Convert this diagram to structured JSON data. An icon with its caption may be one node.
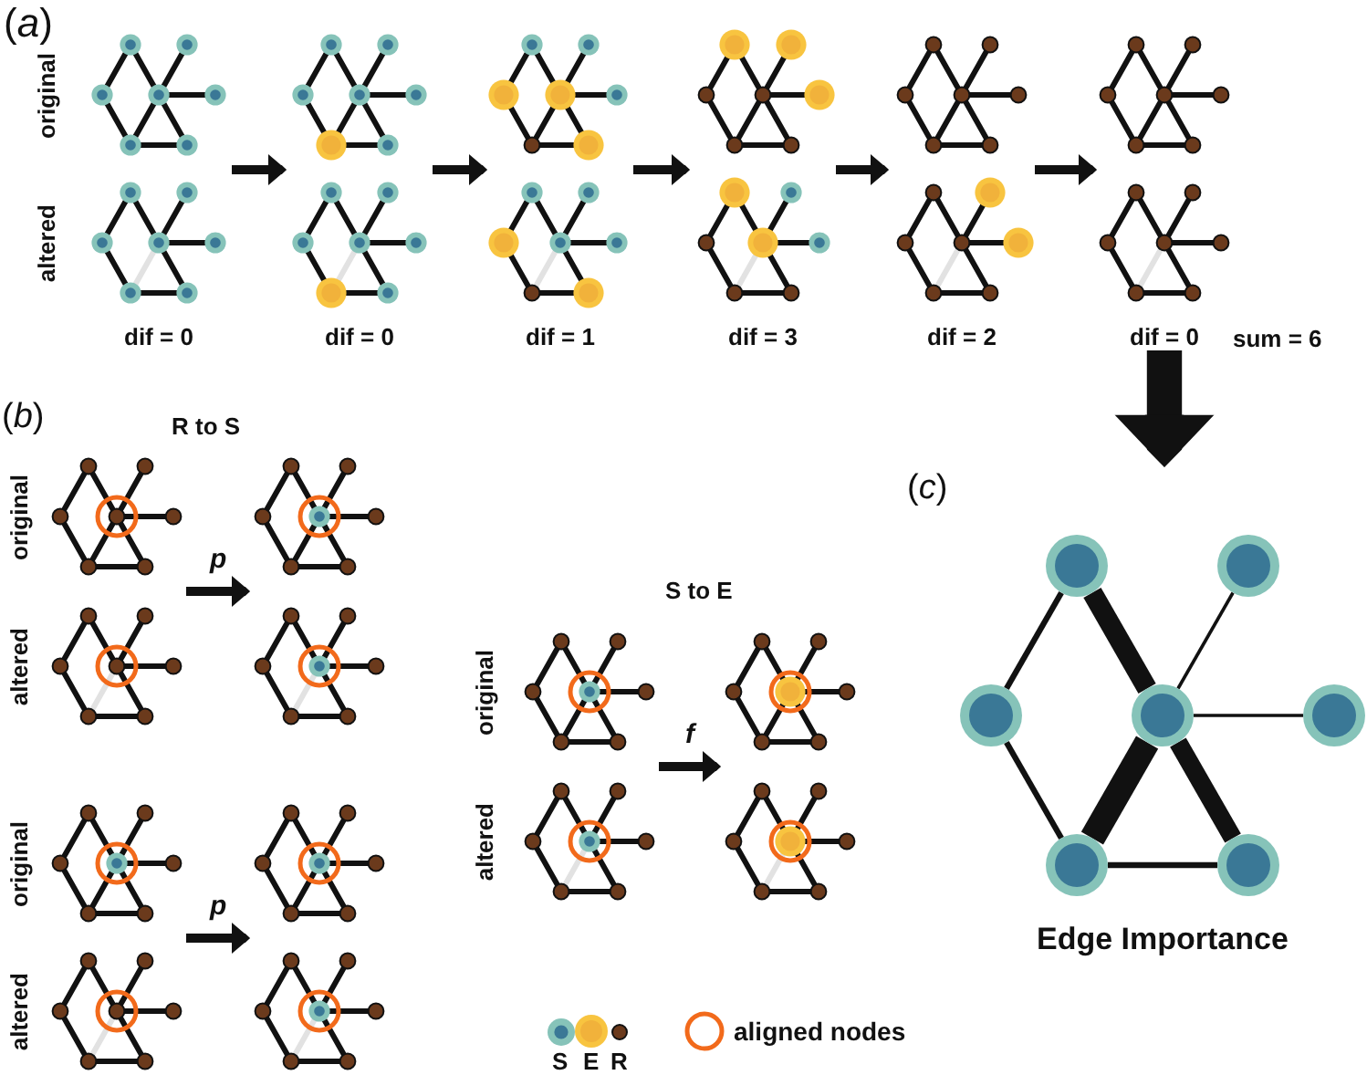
{
  "diagram": {
    "nodes": [
      {
        "text": [
          "dif = 0"
        ],
        "beside": [
          "original",
          "altered"
        ]
      },
      {
        "text": [
          "dif = 0"
        ]
      },
      {
        "text": [
          "dif = 1"
        ]
      },
      {
        "text": [
          "dif = 3"
        ]
      },
      {
        "text": [
          "dif = 2"
        ]
      },
      {
        "text": [
          "dif = 0"
        ]
      },
      {
        "text": [
          "R to S"
        ]
      },
      {
        "text": [],
        "shape": "picture",
        "in": 6,
        "beside": [
          "original",
          "altered"
        ]
      },
      {
        "text": [],
        "shape": "picture",
        "in": 6
      },
      {
        "text": [],
        "shape": "picture",
        "in": 6,
        "beside": [
          "original",
          "altered"
        ]
      },
      {
        "text": [],
        "shape": "picture",
        "in": 6
      },
      {
        "text": [
          "S to E"
        ]
      },
      {
        "text": [],
        "shape": "picture",
        "in": 11,
        "beside": [
          "original",
          "altered"
        ]
      },
      {
        "text": [],
        "shape": "picture",
        "in": 11
      },
      {
        "text": [
          "Edge Importance"
        ]
      },
      {
        "text": [],
        "shape": "circle",
        "in": 14
      },
      {
        "text": [],
        "shape": "circle",
        "in": 14
      },
      {
        "text": [],
        "shape": "circle",
        "in": 14
      },
      {
        "text": [],
        "shape": "circle",
        "in": 14
      },
      {
        "text": [],
        "shape": "circle",
        "in": 14
      },
      {
        "text": [],
        "shape": "circle",
        "in": 14
      },
      {
        "text": [],
        "shape": "circle",
        "in": 14
      }
    ],
    "edges": [
      {
        "from": 0,
        "to": 1,
        "arrow": "to"
      },
      {
        "from": 1,
        "to": 2,
        "arrow": "to"
      },
      {
        "from": 2,
        "to": 3,
        "arrow": "to"
      },
      {
        "from": 3,
        "to": 4,
        "arrow": "to"
      },
      {
        "from": 4,
        "to": 5,
        "arrow": "to"
      },
      {
        "from": 5,
        "to": 14,
        "arrow": "to",
        "style": "thick"
      },
      {
        "from": 7,
        "to": 8,
        "arrow": "to",
        "label": "p"
      },
      {
        "from": 9,
        "to": 10,
        "arrow": "to",
        "label": "p"
      },
      {
        "from": 12,
        "to": 13,
        "arrow": "to",
        "label": "f"
      },
      {
        "from": 15,
        "to": 17,
        "arrow": "none"
      },
      {
        "from": 15,
        "to": 18,
        "arrow": "none",
        "style": "thick"
      },
      {
        "from": 16,
        "to": 18,
        "arrow": "none"
      },
      {
        "from": 17,
        "to": 20,
        "arrow": "none"
      },
      {
        "from": 18,
        "to": 19,
        "arrow": "none"
      },
      {
        "from": 18,
        "to": 20,
        "arrow": "none",
        "style": "thick"
      },
      {
        "from": 18,
        "to": 21,
        "arrow": "none",
        "style": "thick"
      },
      {
        "from": 20,
        "to": 21,
        "arrow": "none"
      }
    ],
    "labels": [
      "(*a*)",
      "sum = 6",
      "(*b*)",
      "(*c*)"
    ],
    "legend": [
      {
        "text": "S",
        "color": "#86c3b9"
      },
      {
        "text": "E",
        "color": "#f8c440"
      },
      {
        "text": "R",
        "color": "#6b3a1c"
      },
      {
        "text": "aligned nodes"
      }
    ]
  }
}
